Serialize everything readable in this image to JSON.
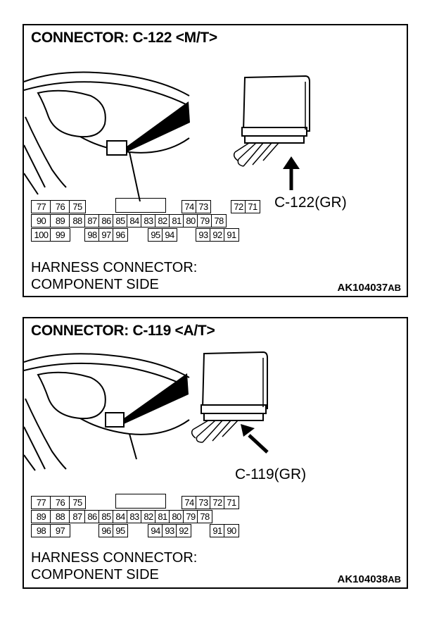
{
  "panels": [
    {
      "title": "CONNECTOR: C-122 <M/T>",
      "connector_label": "C-122(GR)",
      "rows": [
        [
          "77",
          "76",
          "75",
          "",
          "",
          "",
          "",
          "",
          "",
          "74",
          "73",
          "",
          "72",
          "71"
        ],
        [
          "90",
          "89",
          "88",
          "87",
          "86",
          "85",
          "84",
          "83",
          "82",
          "81",
          "80",
          "79",
          "78"
        ],
        [
          "100",
          "99",
          "",
          "98",
          "97",
          "96",
          "",
          "95",
          "94",
          "",
          "93",
          "92",
          "91"
        ]
      ],
      "footer_line1": "HARNESS CONNECTOR:",
      "footer_line2": "COMPONENT SIDE",
      "code_main": "AK104037",
      "code_suffix": "AB"
    },
    {
      "title": "CONNECTOR: C-119 <A/T>",
      "connector_label": "C-119(GR)",
      "rows": [
        [
          "77",
          "76",
          "75",
          "",
          "",
          "",
          "",
          "",
          "",
          "74",
          "73",
          "72",
          "71"
        ],
        [
          "89",
          "88",
          "87",
          "86",
          "85",
          "84",
          "83",
          "82",
          "81",
          "80",
          "79",
          "78"
        ],
        [
          "98",
          "97",
          "",
          "96",
          "95",
          "",
          "94",
          "93",
          "92",
          "",
          "91",
          "90"
        ]
      ],
      "footer_line1": "HARNESS CONNECTOR:",
      "footer_line2": "COMPONENT SIDE",
      "code_main": "AK104038",
      "code_suffix": "AB"
    }
  ]
}
